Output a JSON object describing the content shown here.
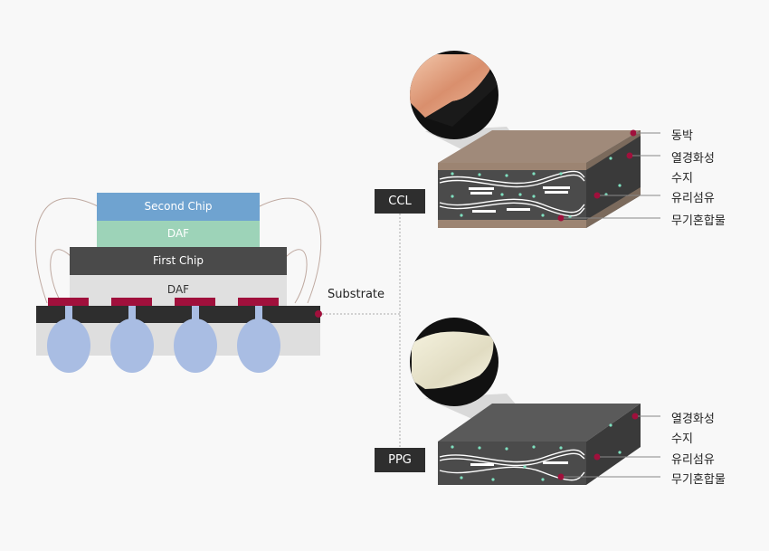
{
  "package": {
    "second_chip": "Second Chip",
    "daf_top": "DAF",
    "first_chip": "First Chip",
    "daf_bottom": "DAF",
    "substrate": "Substrate"
  },
  "ccl": {
    "badge": "CCL",
    "layers": [
      "동박",
      "열경화성",
      "수지",
      "유리섬유",
      "무기혼합물"
    ]
  },
  "ppg": {
    "badge": "PPG",
    "layers": [
      "열경화성",
      "수지",
      "유리섬유",
      "무기혼합물"
    ]
  },
  "colors": {
    "second_chip": "#6fa3d0",
    "daf_top": "#9dd3b8",
    "first_chip": "#4a4a4a",
    "daf_bottom": "#e0e0e0",
    "pad": "#a0103c",
    "ball": "#a9bde3",
    "copper": "#9c8472",
    "laminate": "#4b4b4b",
    "filler_dot": "#7fe0c0"
  }
}
